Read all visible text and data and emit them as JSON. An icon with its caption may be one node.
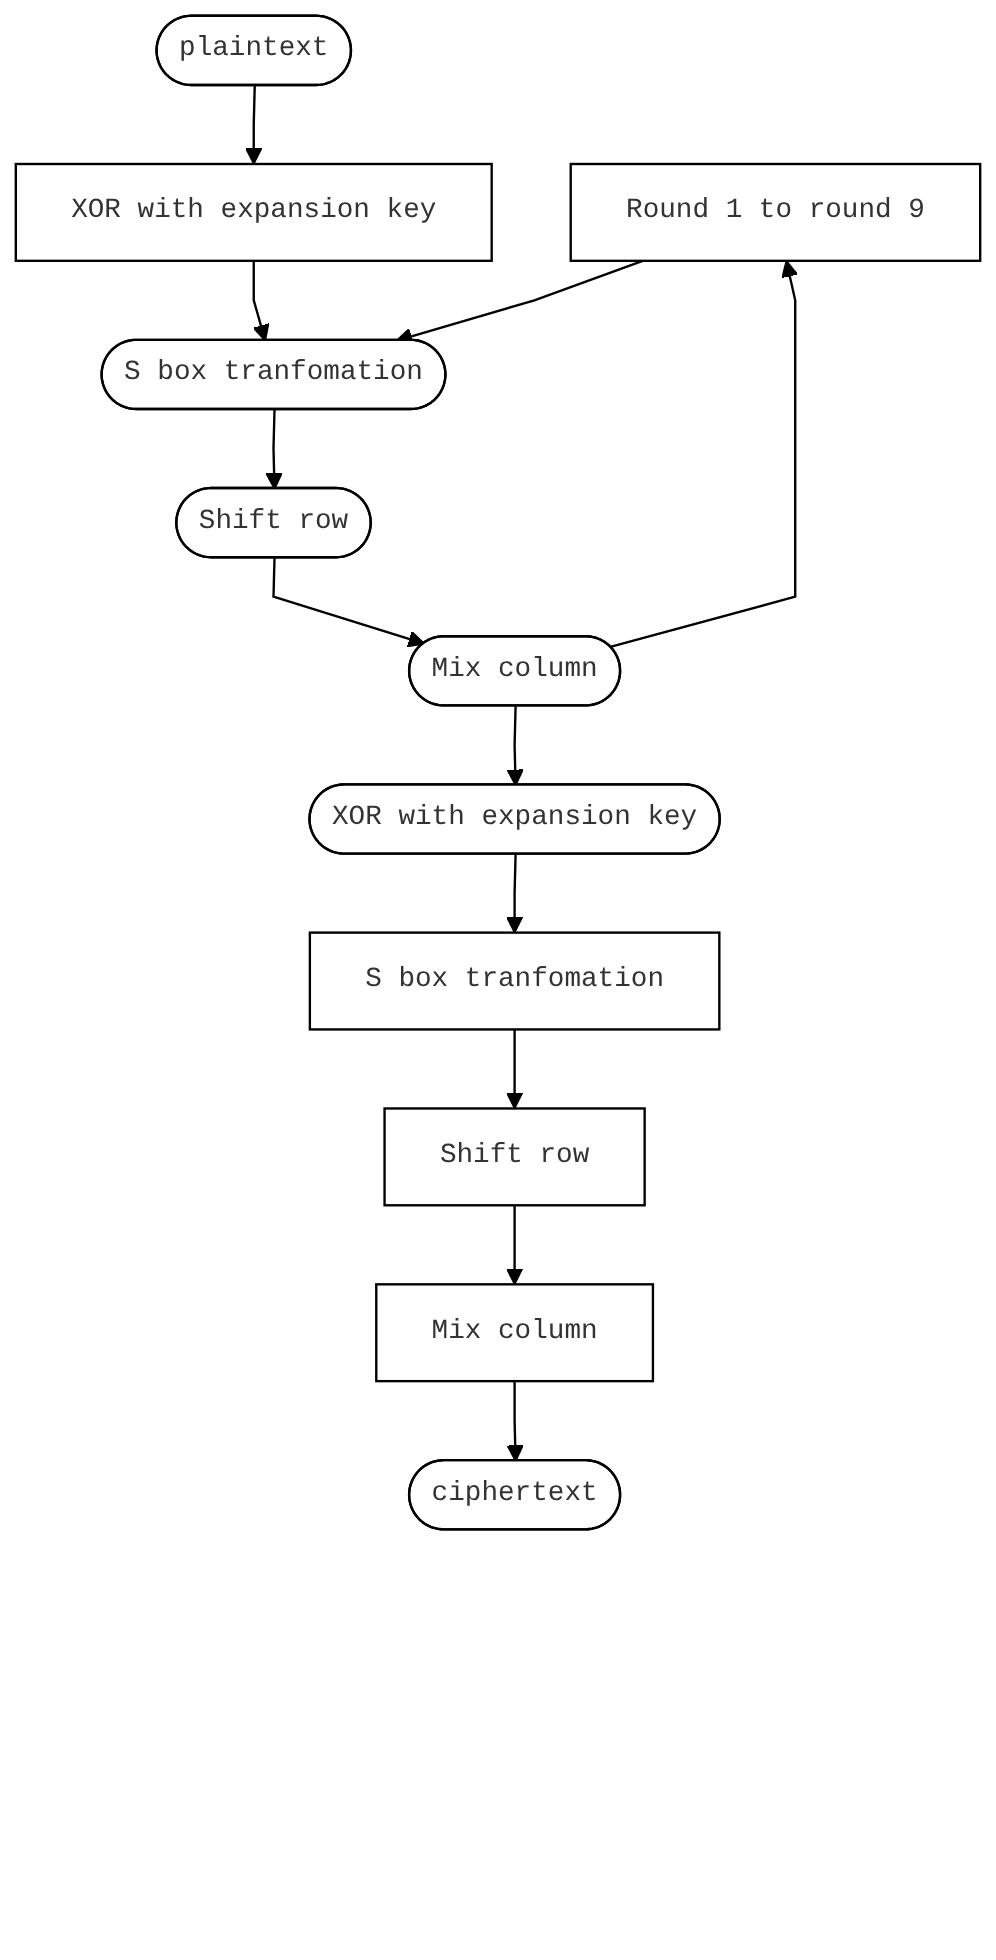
{
  "diagram": {
    "nodes": [
      {
        "text": [
          "plaintext"
        ]
      },
      {
        "text": [
          "XOR with expansion key"
        ]
      },
      {
        "text": [
          "S box tranfomation"
        ]
      },
      {
        "text": [
          "Round 1 to round 9"
        ]
      },
      {
        "text": [
          "Shift row"
        ]
      },
      {
        "text": [
          "Mix column"
        ]
      },
      {
        "text": [
          "XOR with expansion key"
        ]
      },
      {
        "text": [
          "S box tranfomation"
        ]
      },
      {
        "text": [
          "Shift row"
        ]
      },
      {
        "text": [
          "Mix column"
        ]
      },
      {
        "text": [
          "ciphertext"
        ]
      }
    ],
    "edges": [
      {
        "from": 0,
        "to": 1,
        "arrow": "to"
      },
      {
        "from": 1,
        "to": 2,
        "arrow": "to"
      },
      {
        "from": 2,
        "to": 4,
        "arrow": "to"
      },
      {
        "from": 4,
        "to": 5,
        "arrow": "to"
      },
      {
        "from": 5,
        "to": 6,
        "arrow": "to"
      },
      {
        "from": 5,
        "to": 3,
        "arrow": "to"
      },
      {
        "from": 3,
        "to": 2,
        "arrow": "to"
      },
      {
        "from": 6,
        "to": 7,
        "arrow": "to"
      },
      {
        "from": 7,
        "to": 8,
        "arrow": "to"
      },
      {
        "from": 8,
        "to": 9,
        "arrow": "to"
      },
      {
        "from": 9,
        "to": 10,
        "arrow": "to"
      }
    ]
  }
}
